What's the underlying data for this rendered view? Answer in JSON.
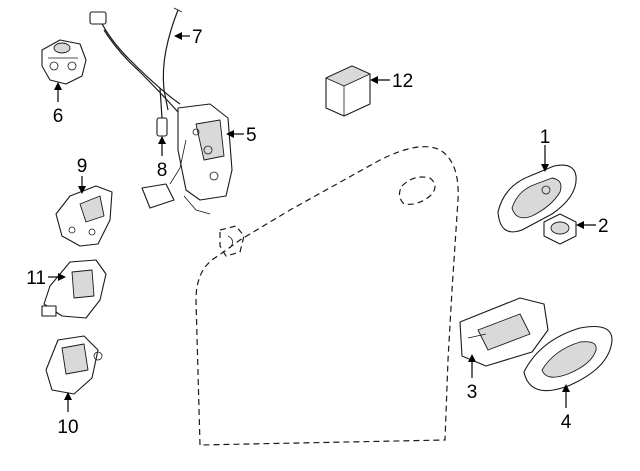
{
  "diagram": {
    "callouts": [
      {
        "id": "p1",
        "number": "1"
      },
      {
        "id": "p2",
        "number": "2"
      },
      {
        "id": "p3",
        "number": "3"
      },
      {
        "id": "p4",
        "number": "4"
      },
      {
        "id": "p5",
        "number": "5"
      },
      {
        "id": "p6",
        "number": "6"
      },
      {
        "id": "p7",
        "number": "7"
      },
      {
        "id": "p8",
        "number": "8"
      },
      {
        "id": "p9",
        "number": "9"
      },
      {
        "id": "p10",
        "number": "10"
      },
      {
        "id": "p11",
        "number": "11"
      },
      {
        "id": "p12",
        "number": "12"
      }
    ]
  }
}
